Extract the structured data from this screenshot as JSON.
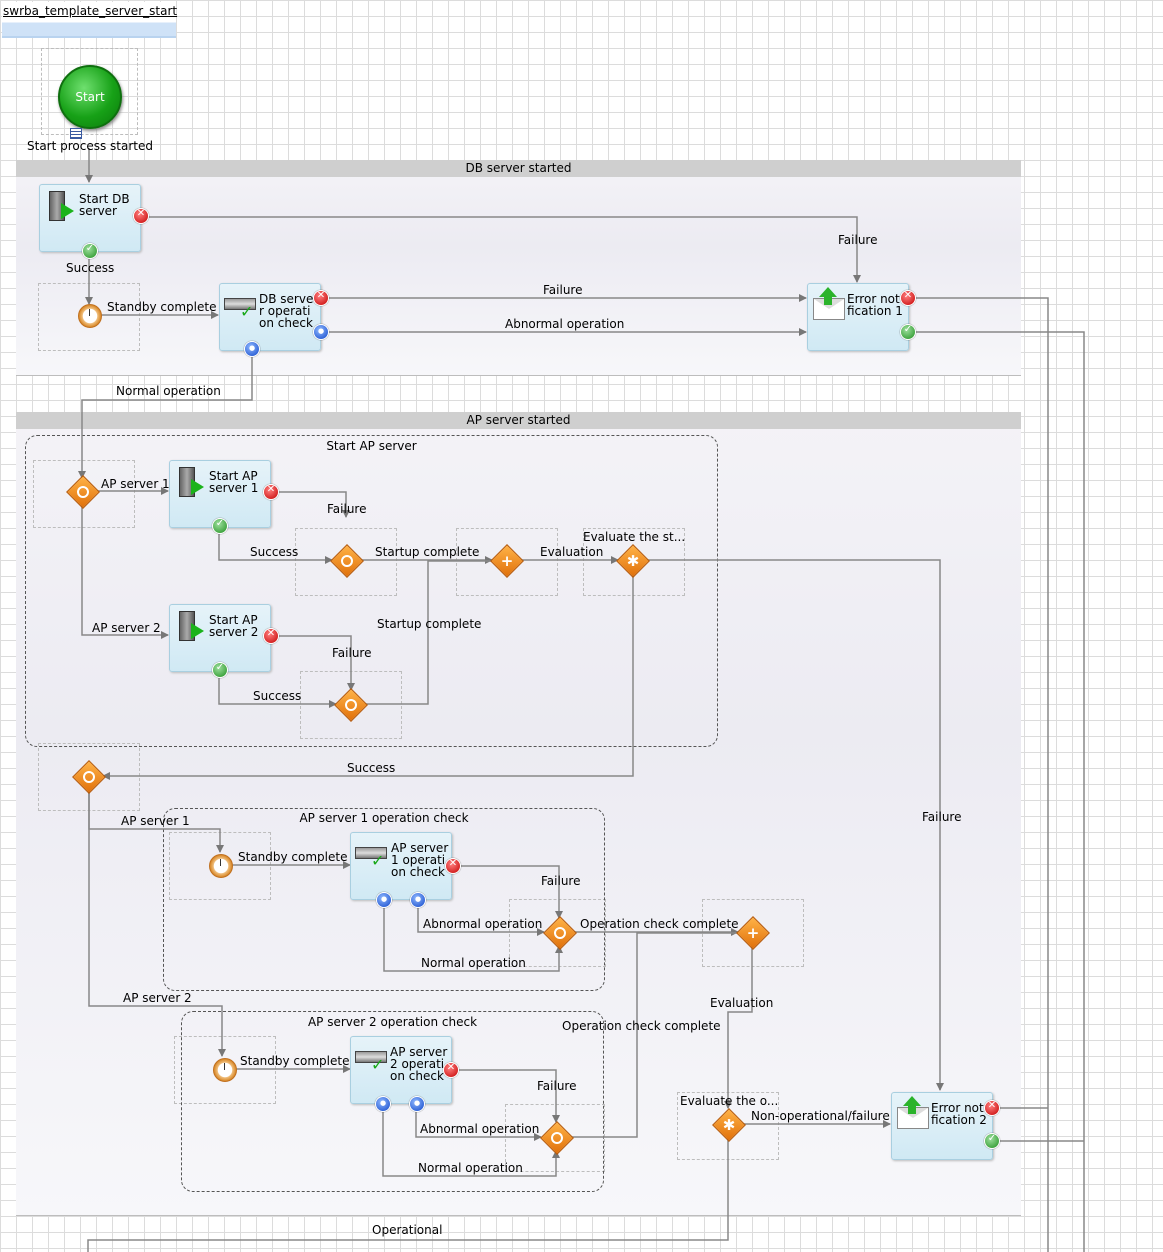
{
  "process_tab": "swrba_template_server_start",
  "start": {
    "label": "Start",
    "caption": "Start process started"
  },
  "lanes": {
    "db": "DB server started",
    "ap": "AP server started"
  },
  "groups": {
    "start_ap": "Start AP server",
    "ap1_check": "AP server 1 operation check",
    "ap2_check": "AP server 2 operation check"
  },
  "tasks": {
    "start_db": "Start DB server",
    "db_check": "DB server operation check",
    "error1": "Error notification 1",
    "start_ap1": "Start AP server 1",
    "start_ap2": "Start AP server 2",
    "ap1_check": "AP server 1 operation check",
    "ap2_check": "AP server 2 operation check",
    "error2": "Error notification 2"
  },
  "task_lines": {
    "start_db": [
      "Start DB",
      "server"
    ],
    "db_check": [
      "DB serve",
      "r operati",
      "on check"
    ],
    "error1": [
      "Error not",
      "fication 1"
    ],
    "start_ap1": [
      "Start AP",
      "server 1"
    ],
    "start_ap2": [
      "Start AP",
      "server 2"
    ],
    "ap1_check": [
      "AP server",
      "1 operati",
      "on check"
    ],
    "ap2_check": [
      "AP server",
      "2 operati",
      "on check"
    ],
    "error2": [
      "Error not",
      "fication 2"
    ]
  },
  "labels": {
    "success1": "Success",
    "standby1": "Standby complete",
    "failure_top": "Failure",
    "failure_db": "Failure",
    "abnormal_db": "Abnormal operation",
    "normal_db": "Normal operation",
    "ap_server1": "AP server 1",
    "ap_server2": "AP server 2",
    "failure_ap1": "Failure",
    "failure_ap2": "Failure",
    "success_ap1": "Success",
    "success_ap2": "Success",
    "startup_complete1": "Startup complete",
    "startup_complete2": "Startup complete",
    "evaluation1": "Evaluation",
    "evaluate_st": "Evaluate the st...",
    "success_big": "Success",
    "ap_server1_b": "AP server 1",
    "ap_server2_b": "AP server 2",
    "standby2": "Standby complete",
    "standby3": "Standby complete",
    "failure_c1": "Failure",
    "failure_c2": "Failure",
    "abnormal_c1": "Abnormal operation",
    "abnormal_c2": "Abnormal operation",
    "normal_c1": "Normal operation",
    "normal_c2": "Normal operation",
    "opcheck_complete1": "Operation check complete",
    "opcheck_complete2": "Operation check complete",
    "evaluation2": "Evaluation",
    "evaluate_o": "Evaluate the o...",
    "nonop_failure": "Non-operational/failure",
    "failure_right": "Failure",
    "operational": "Operational"
  }
}
